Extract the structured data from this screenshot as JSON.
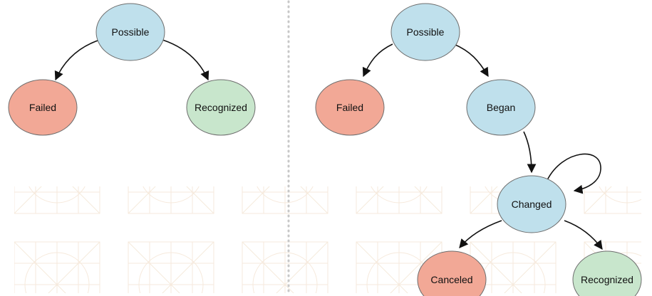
{
  "colors": {
    "possible": "#bfe0ec",
    "failed": "#f2a896",
    "recognized": "#c8e6cc",
    "canceled": "#f2a896",
    "began": "#bfe0ec",
    "changed": "#bfe0ec",
    "divider": "#c8c8c8",
    "watermark": "#f5e7d8"
  },
  "left_diagram": {
    "possible": "Possible",
    "failed": "Failed",
    "recognized": "Recognized"
  },
  "right_diagram": {
    "possible": "Possible",
    "failed": "Failed",
    "began": "Began",
    "changed": "Changed",
    "canceled": "Canceled",
    "recognized": "Recognized"
  }
}
